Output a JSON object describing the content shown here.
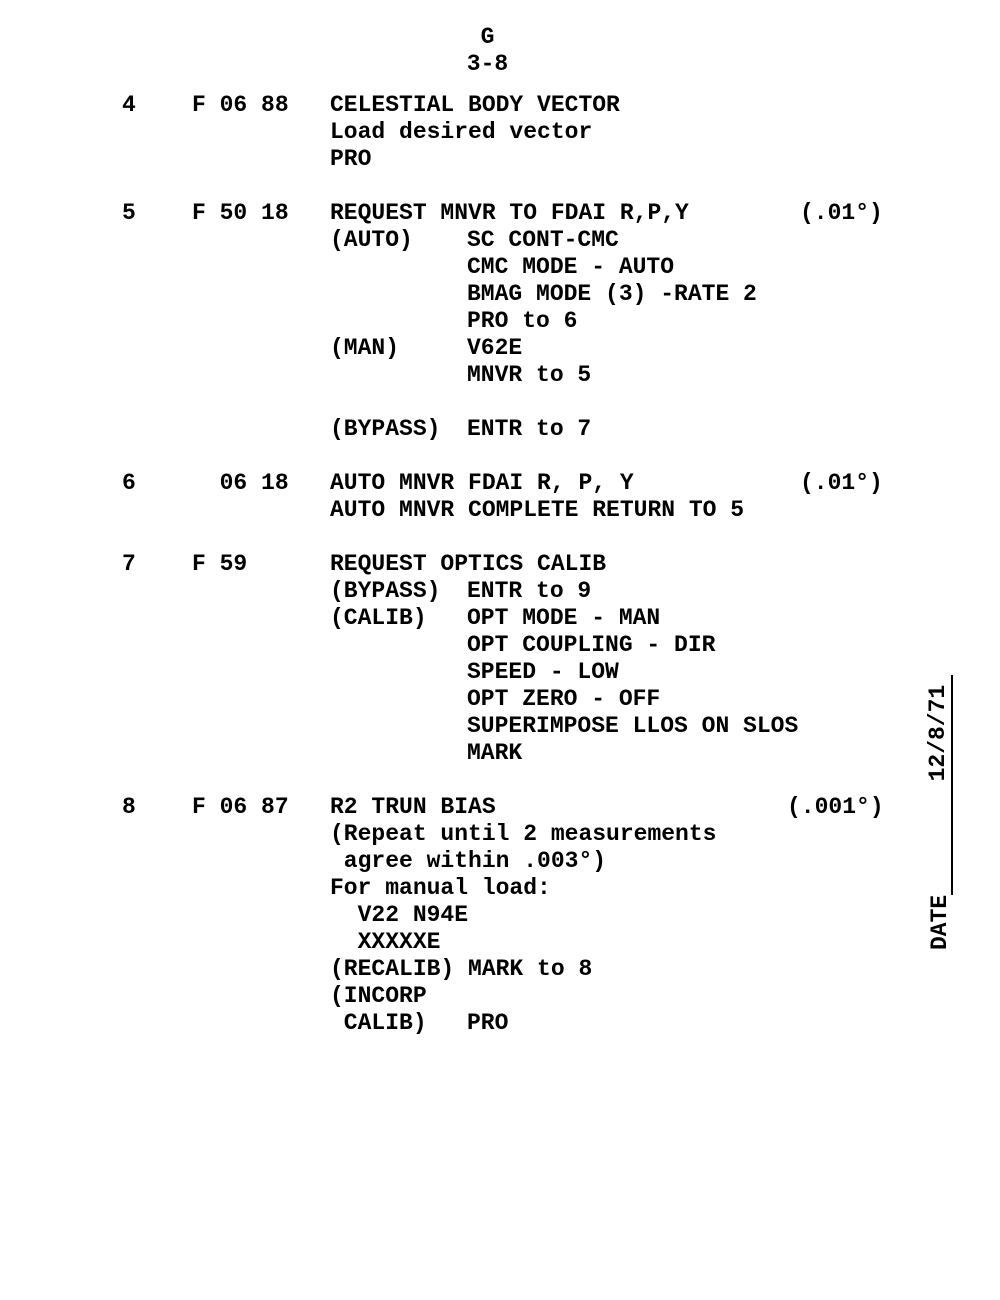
{
  "header": {
    "section": "G",
    "page": "3-8"
  },
  "date": {
    "label": "DATE",
    "value": "12/8/71"
  },
  "lines": [
    {
      "slot": 0,
      "num": "4",
      "code": "F 06 88",
      "text": "CELESTIAL BODY VECTOR"
    },
    {
      "slot": 1,
      "text": "Load desired vector"
    },
    {
      "slot": 2,
      "text": "PRO"
    },
    {
      "slot": 4,
      "num": "5",
      "code": "F 50 18",
      "text": "REQUEST MNVR TO FDAI R,P,Y",
      "note": "(.01°)"
    },
    {
      "slot": 5,
      "text": "(AUTO)",
      "sub": "SC CONT-CMC"
    },
    {
      "slot": 6,
      "sub": "CMC MODE - AUTO"
    },
    {
      "slot": 7,
      "sub": "BMAG MODE (3) -RATE 2"
    },
    {
      "slot": 8,
      "sub": "PRO to 6"
    },
    {
      "slot": 9,
      "text": "(MAN)",
      "sub": "V62E"
    },
    {
      "slot": 10,
      "sub": "MNVR to 5"
    },
    {
      "slot": 12,
      "text": "(BYPASS)",
      "sub": "ENTR to 7"
    },
    {
      "slot": 14,
      "num": "6",
      "code": "  06 18",
      "text": "AUTO MNVR FDAI R, P, Y",
      "note": "(.01°)"
    },
    {
      "slot": 15,
      "text": "AUTO MNVR COMPLETE RETURN TO 5"
    },
    {
      "slot": 17,
      "num": "7",
      "code": "F 59",
      "text": "REQUEST OPTICS CALIB"
    },
    {
      "slot": 18,
      "text": "(BYPASS)",
      "sub": "ENTR to 9"
    },
    {
      "slot": 19,
      "text": "(CALIB)",
      "sub": "OPT MODE - MAN"
    },
    {
      "slot": 20,
      "sub": "OPT COUPLING - DIR"
    },
    {
      "slot": 21,
      "sub": "SPEED - LOW"
    },
    {
      "slot": 22,
      "sub": "OPT ZERO - OFF"
    },
    {
      "slot": 23,
      "sub": "SUPERIMPOSE LLOS ON SLOS"
    },
    {
      "slot": 24,
      "sub": "MARK"
    },
    {
      "slot": 26,
      "num": "8",
      "code": "F 06 87",
      "text": "R2 TRUN BIAS",
      "note": "(.001°)"
    },
    {
      "slot": 27,
      "text": "(Repeat until 2 measurements"
    },
    {
      "slot": 28,
      "text": " agree within .003°)"
    },
    {
      "slot": 29,
      "text": "For manual load:"
    },
    {
      "slot": 30,
      "text": "  V22 N94E"
    },
    {
      "slot": 31,
      "text": "  XXXXXE"
    },
    {
      "slot": 32,
      "text": "(RECALIB) MARK to 8"
    },
    {
      "slot": 33,
      "text": "(INCORP"
    },
    {
      "slot": 34,
      "text": " CALIB)",
      "sub": "PRO"
    }
  ]
}
